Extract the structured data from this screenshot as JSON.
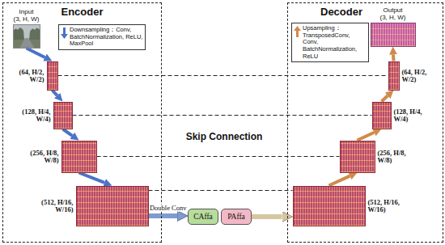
{
  "diagram": {
    "nodes": [
      {
        "text": [
          "Encoder"
        ]
      },
      {
        "text": [
          "Input",
          "(3, H, W)"
        ],
        "in": 0
      },
      {
        "text": [
          "(64, H/2, W/2)"
        ],
        "in": 0
      },
      {
        "text": [
          "(128, H/4, W/4)"
        ],
        "in": 0
      },
      {
        "text": [
          "(256, H/8, W/8)"
        ],
        "in": 0
      },
      {
        "text": [
          "(512, H/16, W/16)"
        ],
        "in": 0
      },
      {
        "text": [
          "Decoder"
        ]
      },
      {
        "text": [
          "Output",
          "(3, H, W)"
        ],
        "in": 6
      },
      {
        "text": [
          "(64, H/2, W/2)"
        ],
        "in": 6
      },
      {
        "text": [
          "(128, H/4, W/4)"
        ],
        "in": 6
      },
      {
        "text": [
          "(256, H/8, W/8)"
        ],
        "in": 6
      },
      {
        "text": [
          "(512, H/16, W/16)"
        ],
        "in": 6
      },
      {
        "text": [
          "CAffa"
        ]
      },
      {
        "text": [
          "PAffa"
        ]
      }
    ],
    "edges": [
      {
        "from": 1,
        "to": 2,
        "arrow": "to"
      },
      {
        "from": 2,
        "to": 3,
        "arrow": "to"
      },
      {
        "from": 3,
        "to": 4,
        "arrow": "to"
      },
      {
        "from": 4,
        "to": 5,
        "arrow": "to"
      },
      {
        "from": 5,
        "to": 12,
        "label": "Double Conv",
        "arrow": "to"
      },
      {
        "from": 13,
        "to": 11,
        "arrow": "to"
      },
      {
        "from": 11,
        "to": 10,
        "arrow": "to"
      },
      {
        "from": 10,
        "to": 9,
        "arrow": "to"
      },
      {
        "from": 9,
        "to": 8,
        "arrow": "to"
      },
      {
        "from": 8,
        "to": 7,
        "arrow": "to"
      },
      {
        "from": 2,
        "to": 8,
        "arrow": "none"
      },
      {
        "from": 3,
        "to": 9,
        "arrow": "none"
      },
      {
        "from": 4,
        "to": 10,
        "arrow": "none"
      },
      {
        "from": 5,
        "to": 11,
        "arrow": "none"
      }
    ],
    "labels": [
      "Skip Connection"
    ],
    "legend": [
      {
        "text": "Downsampling：Conv, BatchNormalization, ReLU, MaxPool"
      },
      {
        "text": "Upsampling：TransposedConv, Conv, BatchNormalization, ReLU"
      }
    ]
  }
}
